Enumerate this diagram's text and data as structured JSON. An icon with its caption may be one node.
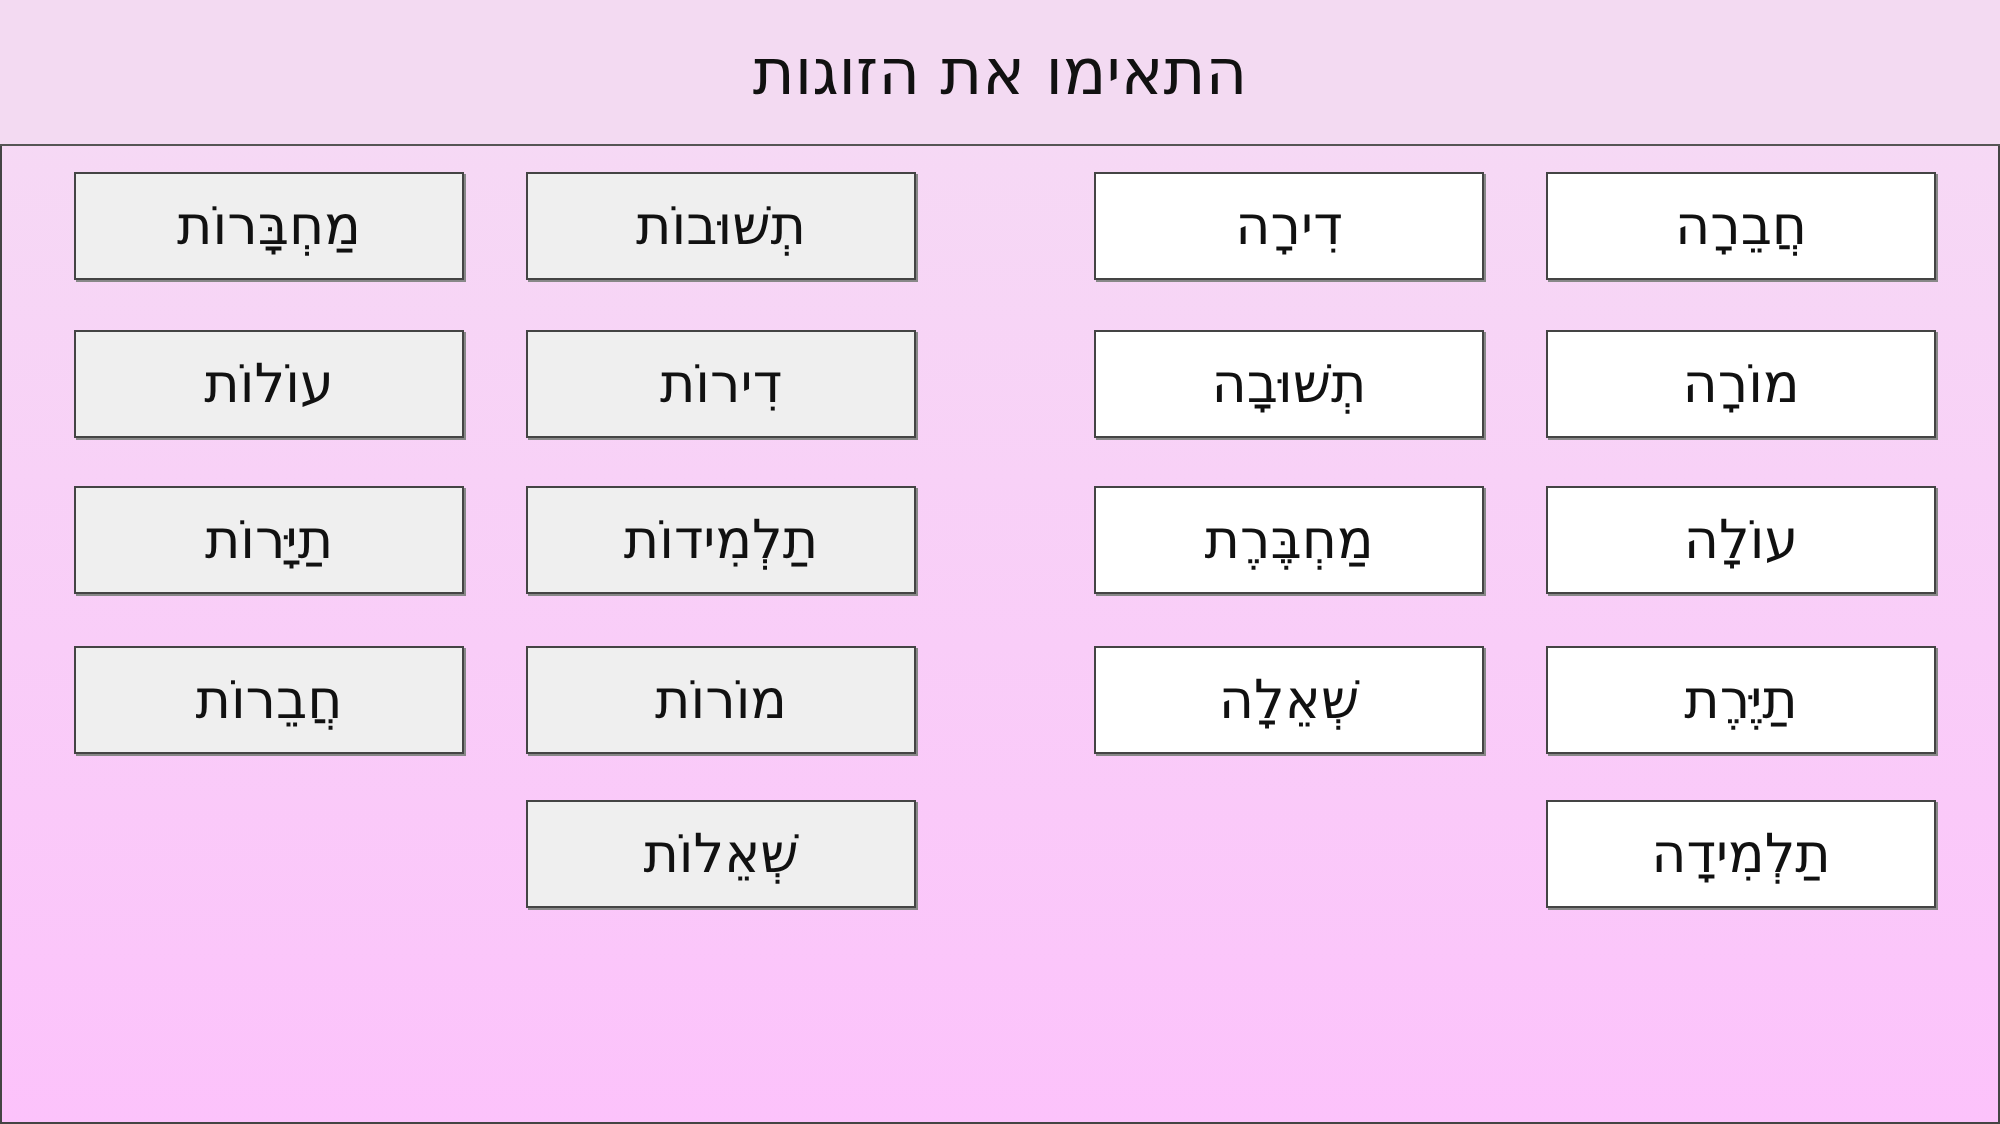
{
  "diagram": {
    "title": "התאימו את הזוגות",
    "nodes": [
      {
        "text": [
          "חֲבֵרָה"
        ]
      },
      {
        "text": [
          "דִירָה"
        ]
      },
      {
        "text": [
          "תְשׁוּבוֹת"
        ]
      },
      {
        "text": [
          "מַחְבָּרוֹת"
        ]
      },
      {
        "text": [
          "מוֹרָה"
        ]
      },
      {
        "text": [
          "תְשׁוּבָה"
        ]
      },
      {
        "text": [
          "דִירוֹת"
        ]
      },
      {
        "text": [
          "עוֹלוֹת"
        ]
      },
      {
        "text": [
          "עוֹלָה"
        ]
      },
      {
        "text": [
          "מַחְבֶּרֶת"
        ]
      },
      {
        "text": [
          "תַלְמִידוֹת"
        ]
      },
      {
        "text": [
          "תַיָּרוֹת"
        ]
      },
      {
        "text": [
          "תַיֶּרֶת"
        ]
      },
      {
        "text": [
          "שְׁאֵלָה"
        ]
      },
      {
        "text": [
          "מוֹרוֹת"
        ]
      },
      {
        "text": [
          "חֲבֵרוֹת"
        ]
      },
      {
        "text": [
          "תַלְמִידָה"
        ]
      },
      {
        "text": [
          "שְׁאֵלוֹת"
        ]
      }
    ],
    "edges": []
  }
}
